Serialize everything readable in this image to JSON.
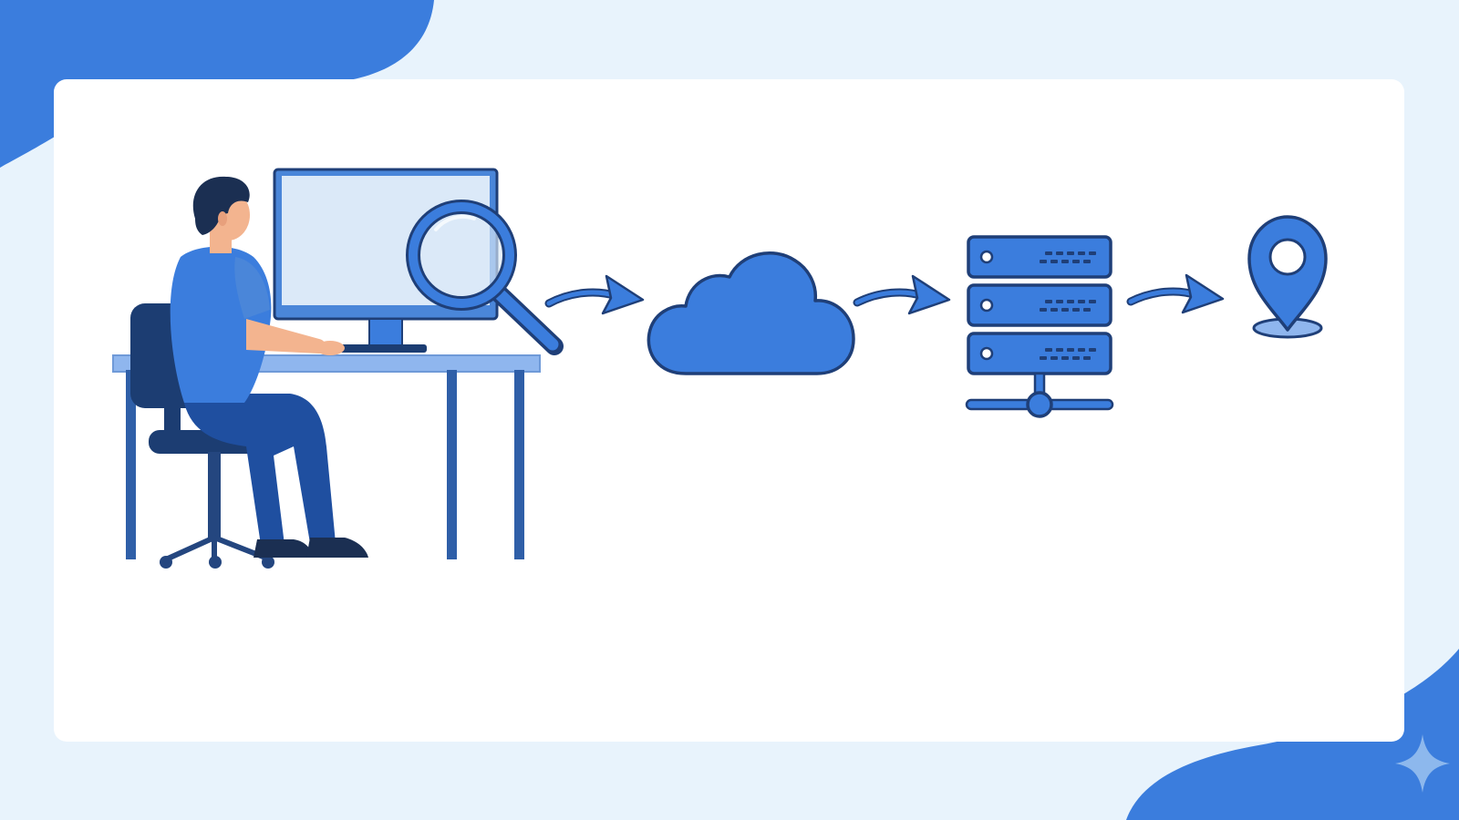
{
  "colors": {
    "page_background": "#e8f3fc",
    "card_background": "#ffffff",
    "accent_blue": "#3b7ddd",
    "mid_blue": "#4a86d9",
    "dark_navy": "#1c3d72",
    "outline": "#1f3f78",
    "screen_fill": "#dbe9f8",
    "desk_top": "#8fb6ee",
    "skin": "#f3b48f",
    "hair": "#1b2f52"
  },
  "diagram": {
    "steps": [
      {
        "id": "user-search",
        "icon": "person-at-computer-with-magnifier"
      },
      {
        "id": "cloud",
        "icon": "cloud-icon"
      },
      {
        "id": "server",
        "icon": "server-rack-icon"
      },
      {
        "id": "location",
        "icon": "location-pin-icon"
      }
    ],
    "connectors": [
      {
        "from": "user-search",
        "to": "cloud",
        "icon": "curved-arrow-icon"
      },
      {
        "from": "cloud",
        "to": "server",
        "icon": "curved-arrow-icon"
      },
      {
        "from": "server",
        "to": "location",
        "icon": "curved-arrow-icon"
      }
    ]
  }
}
